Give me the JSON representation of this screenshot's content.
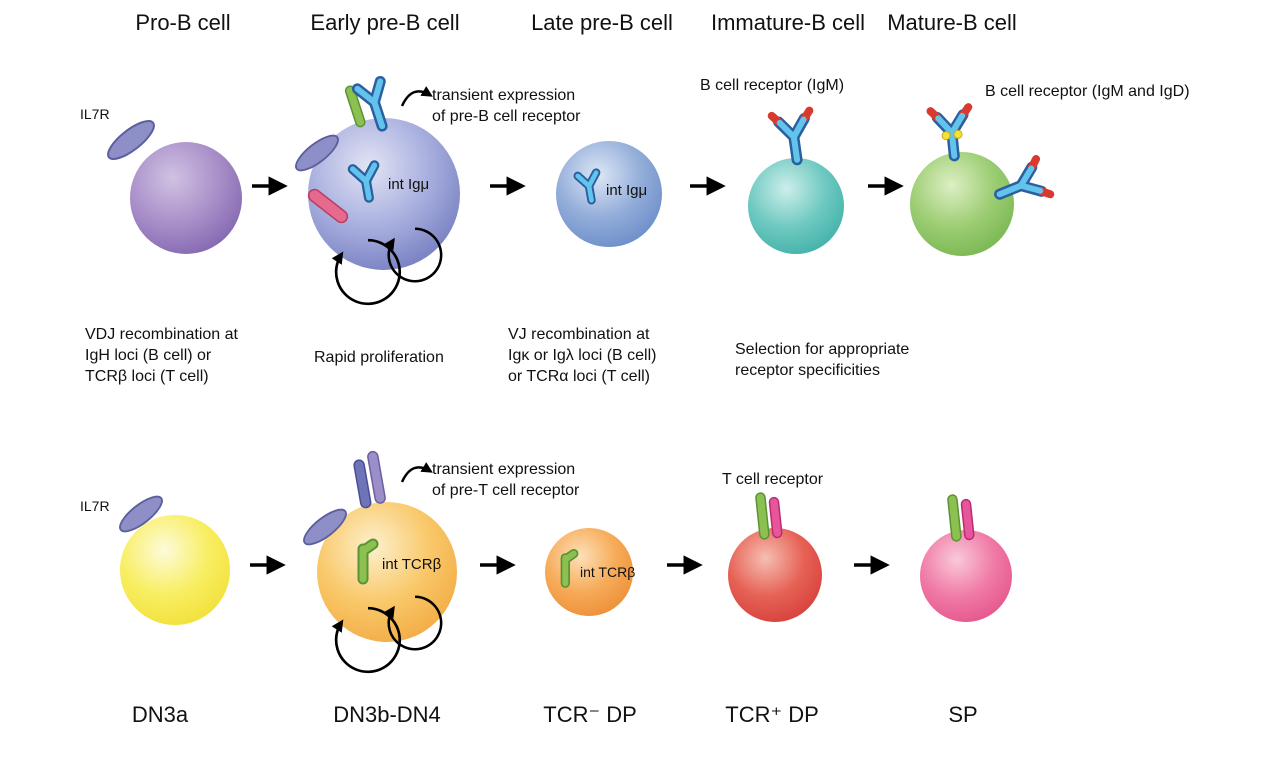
{
  "b_row": {
    "headers": [
      "Pro-B cell",
      "Early pre-B cell",
      "Late pre-B cell",
      "Immature-B cell",
      "Mature-B cell"
    ],
    "il7r": "IL7R",
    "transient": "transient expression\nof pre-B cell receptor",
    "int_ig_large": "int Igμ",
    "int_ig_small": "int Igμ",
    "receptor_igm": "B cell receptor (IgM)",
    "receptor_igm_igd": "B cell receptor (IgM and IgD)",
    "captions": [
      "VDJ recombination at\nIgH loci (B cell) or\nTCRβ loci (T cell)",
      "Rapid proliferation",
      "VJ recombination at\nIgκ or Igλ loci (B cell)\nor TCRα loci (T  cell)",
      "Selection for appropriate\nreceptor specificities"
    ]
  },
  "t_row": {
    "il7r": "IL7R",
    "transient": "transient expression\nof pre-T cell receptor",
    "int_tcr_large": "int TCRβ",
    "int_tcr_small": "int TCRβ",
    "receptor_t": "T cell receptor",
    "stages": [
      "DN3a",
      "DN3b-DN4",
      "TCR⁻ DP",
      "TCR⁺ DP",
      "SP"
    ]
  },
  "colors": {
    "pro_b_cell": "#9b7fc0",
    "early_pre_b_cell": "#8b93cc",
    "late_pre_b_cell": "#7d9ad2",
    "immature_b_cell": "#56bdb4",
    "mature_b_cell": "#8cc663",
    "dn3a_cell": "#f4e84b",
    "dn3b_dn4_cell": "#f6b952",
    "tcr_neg_dp_cell": "#f2a04e",
    "tcr_pos_dp_cell": "#e05050",
    "sp_cell": "#ee6f9a",
    "antibody_blue": "#62c4ec",
    "antibody_outline": "#2b5f9e",
    "igm_red_tip": "#d93a2f",
    "il7r_receptor": "#8d8fc6",
    "tcr_green": "#8cc152",
    "tcr_pink": "#e8559a",
    "arrow_black": "#000000"
  }
}
